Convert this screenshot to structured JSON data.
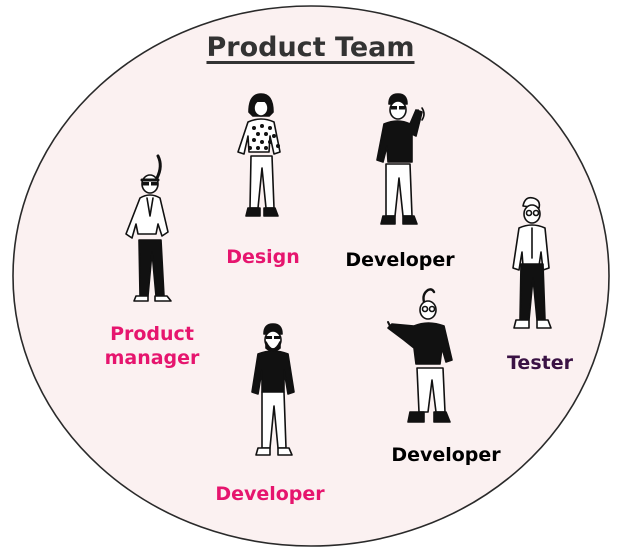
{
  "title": "Product Team",
  "colors": {
    "circle_fill": "#fbf1f1",
    "circle_stroke": "#2a2a2a",
    "magenta": "#e6156e",
    "black": "#000000",
    "purple": "#3a1244",
    "title_color": "#333333"
  },
  "roles": [
    {
      "label_lines": [
        "Product",
        "manager"
      ],
      "color": "magenta",
      "icon": "person-product-manager-icon"
    },
    {
      "label": "Design",
      "color": "magenta",
      "icon": "person-designer-icon"
    },
    {
      "label": "Developer",
      "color": "black",
      "icon": "person-developer-icon"
    },
    {
      "label": "Developer",
      "color": "magenta",
      "icon": "person-developer-bearded-icon"
    },
    {
      "label": "Developer",
      "color": "black",
      "icon": "person-developer-pointing-icon"
    },
    {
      "label": "Tester",
      "color": "purple",
      "icon": "person-tester-icon"
    }
  ]
}
